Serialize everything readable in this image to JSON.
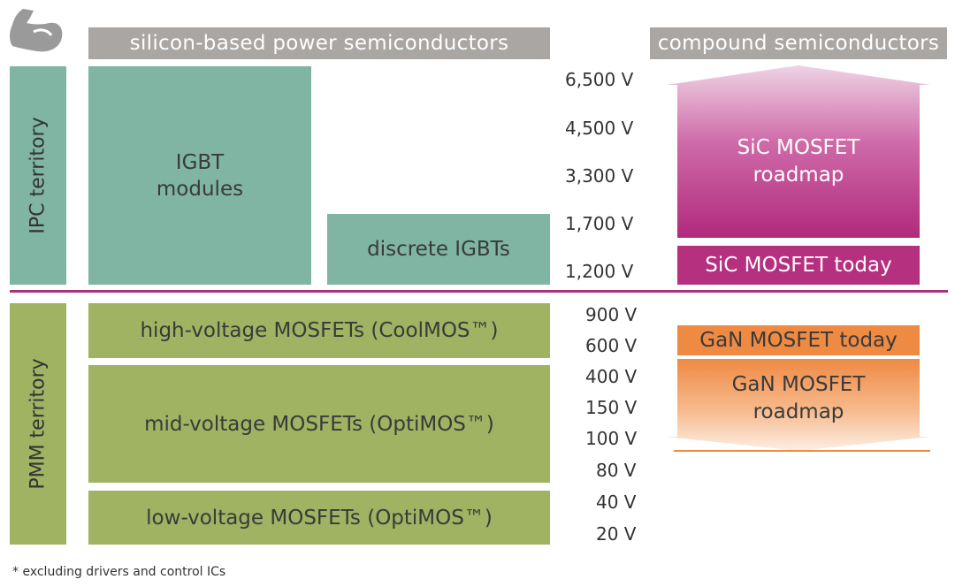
{
  "logo": {
    "icon": "flexed-arm-icon"
  },
  "headers": {
    "silicon": "silicon-based power semiconductors",
    "compound": "compound semiconductors"
  },
  "territories": {
    "ipc": "IPC territory",
    "pmm": "PMM territory"
  },
  "boxes": {
    "igbt_modules_line1": "IGBT",
    "igbt_modules_line2": "modules",
    "discrete_igbts": "discrete IGBTs",
    "hv_mosfets": "high-voltage MOSFETs (CoolMOS™)",
    "mv_mosfets": "mid-voltage MOSFETs (OptiMOS™)",
    "lv_mosfets": "low-voltage MOSFETs (OptiMOS™)"
  },
  "voltages_upper": [
    "6,500 V",
    "4,500 V",
    "3,300 V",
    "1,700 V",
    "1,200 V"
  ],
  "voltages_lower": [
    "900 V",
    "600 V",
    "400 V",
    "150 V",
    "100 V",
    "80 V",
    "40 V",
    "20 V"
  ],
  "sic": {
    "roadmap_line1": "SiC MOSFET",
    "roadmap_line2": "roadmap",
    "today": "SiC MOSFET today"
  },
  "gan": {
    "today": "GaN MOSFET today",
    "roadmap_line1": "GaN MOSFET",
    "roadmap_line2": "roadmap"
  },
  "footnote": "* excluding drivers and control ICs",
  "colors": {
    "header_gray": "#aaa6a3",
    "teal": "#7fb5a2",
    "green": "#9fb362",
    "magenta": "#b5307f",
    "divider": "#a3327f",
    "orange": "#ef8a43"
  }
}
